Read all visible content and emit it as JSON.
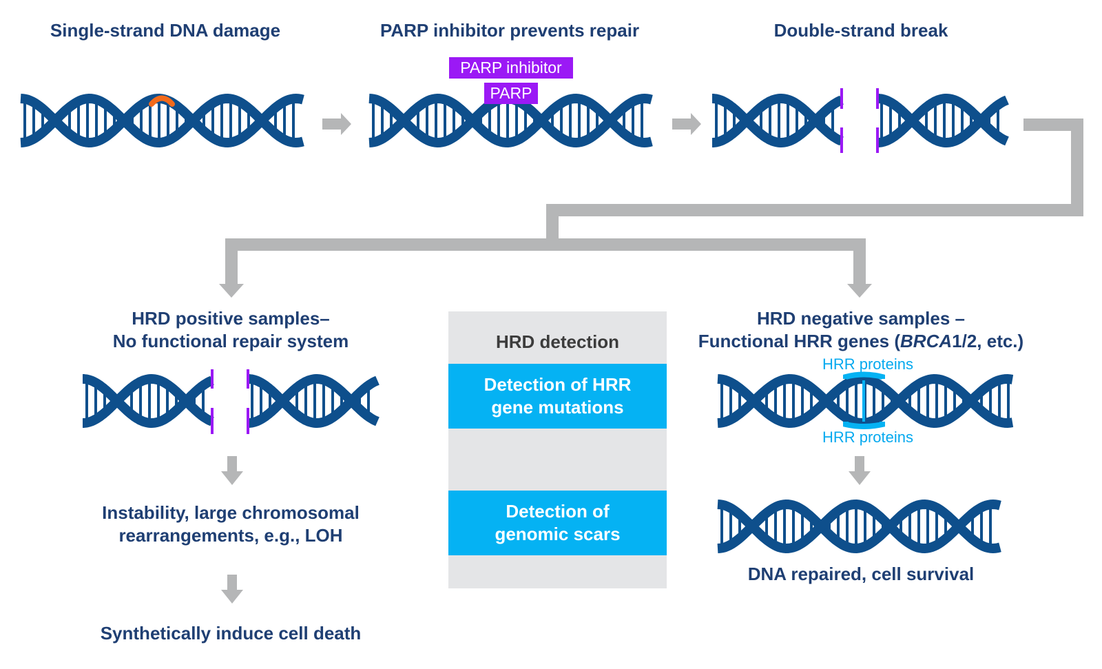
{
  "steps": {
    "step1": "Single-strand DNA damage",
    "step2": "PARP inhibitor prevents repair",
    "step3": "Double-strand break"
  },
  "tags": {
    "parp_inhibitor": "PARP inhibitor",
    "parp": "PARP"
  },
  "left_branch": {
    "title_line1": "HRD positive samples–",
    "title_line2": "No functional repair system",
    "outcome1_line1": "Instability, large chromosomal",
    "outcome1_line2": "rearrangements, e.g., LOH",
    "outcome2": "Synthetically induce cell death"
  },
  "right_branch": {
    "title_line1": "HRD negative samples –",
    "title_line2_pre": "Functional HRR genes (",
    "title_line2_italic": "BRCA",
    "title_line2_post": "1/2, etc.)",
    "hrr_top": "HRR proteins",
    "hrr_bottom": "HRR proteins",
    "outcome": "DNA repaired, cell survival"
  },
  "panel": {
    "title": "HRD detection",
    "box1_line1": "Detection of HRR",
    "box1_line2": "gene mutations",
    "box2_line1": "Detection of",
    "box2_line2": "genomic scars"
  },
  "colors": {
    "dna": "#0e4f8c",
    "text": "#1f3f73",
    "arrow": "#b5b6b7",
    "break_mark": "#9b19f5",
    "damage": "#f26a1b",
    "hrr": "#05b2f3",
    "panel_bg": "#e4e5e7"
  }
}
